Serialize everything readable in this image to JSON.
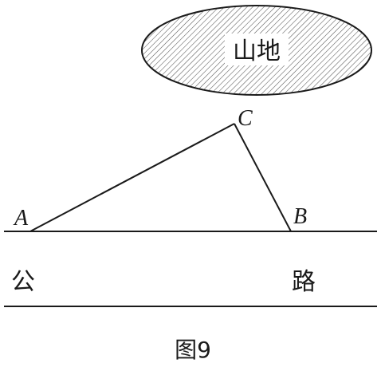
{
  "region": {
    "label": "山地"
  },
  "points": {
    "a": "A",
    "b": "B",
    "c": "C"
  },
  "road": {
    "left_char": "公",
    "right_char": "路"
  },
  "caption": "图9"
}
